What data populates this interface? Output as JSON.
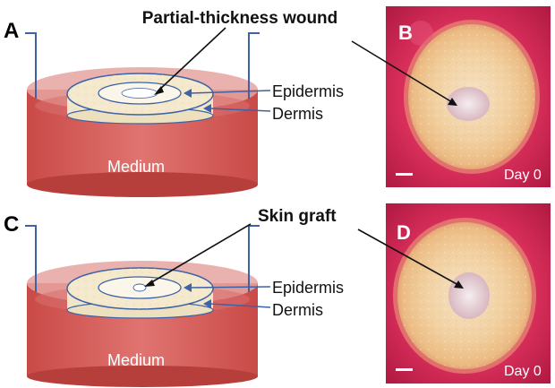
{
  "panels": {
    "A": {
      "letter": "A",
      "callout": "Partial-thickness wound",
      "epidermis": "Epidermis",
      "dermis": "Dermis",
      "medium": "Medium"
    },
    "B": {
      "letter": "B",
      "day": "Day 0"
    },
    "C": {
      "letter": "C",
      "callout": "Skin graft",
      "epidermis": "Epidermis",
      "dermis": "Dermis",
      "medium": "Medium"
    },
    "D": {
      "letter": "D",
      "day": "Day 0"
    }
  },
  "colors": {
    "medium_dark": "#b8413f",
    "medium_light": "#e39a96",
    "dermis": "#f3ead3",
    "insert_outline": "#3d62a6",
    "photo_background": "#c8204f",
    "tissue": "#f0c890"
  }
}
